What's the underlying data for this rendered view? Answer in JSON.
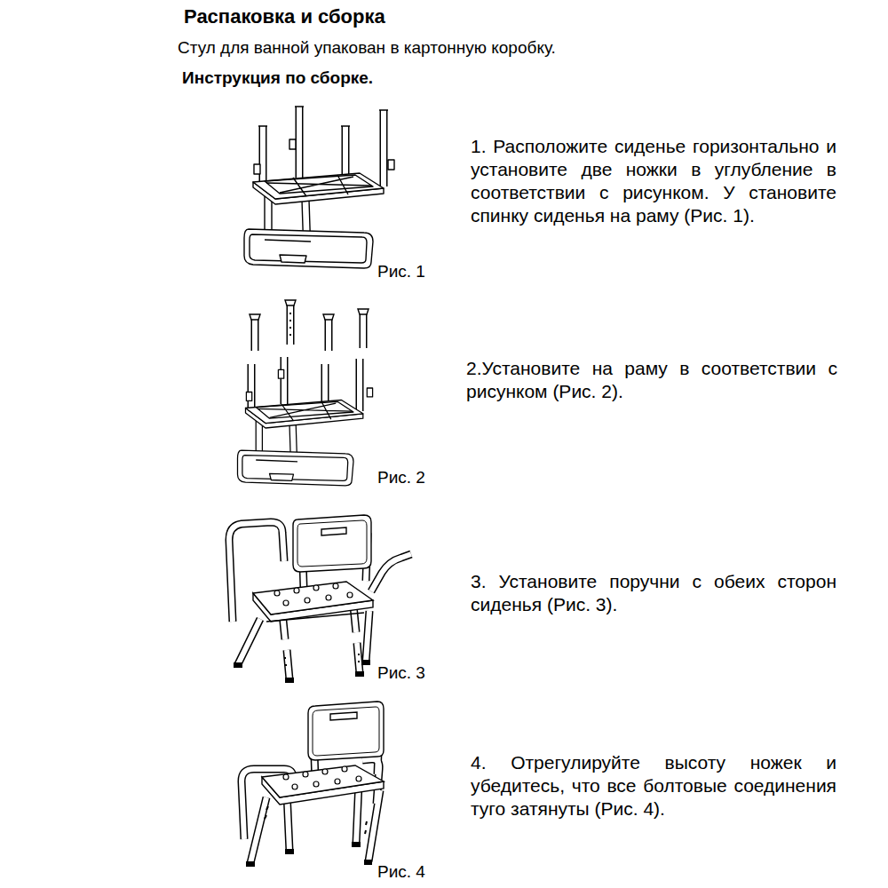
{
  "diagram": {
    "title": "Распаковка и сборка",
    "labels": [
      "Стул для ванной упакован в картонную коробку.",
      "Инструкция по сборке.",
      "1. Расположите сиденье горизонтально и установите две ножки в углубление в соответствии с рисунком. У становите спинку сиденья на раму (Рис. 1).",
      "Рис. 1",
      "2.Установите на раму в соответствии с рисунком (Рис. 2).",
      "Рис. 2",
      "3. Установите поручни с обеих сторон сиденья (Рис. 3).",
      "Рис. 3",
      "4. Отрегулируйте высоту ножек и убедитесь, что все болтовые соединения туго затянуты (Рис. 4).",
      "Рис. 4"
    ]
  }
}
